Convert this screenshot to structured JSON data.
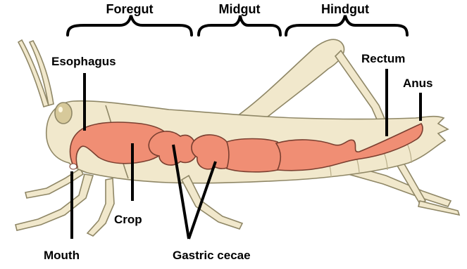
{
  "sections": {
    "foregut": "Foregut",
    "midgut": "Midgut",
    "hindgut": "Hindgut"
  },
  "labels": {
    "esophagus": "Esophagus",
    "rectum": "Rectum",
    "anus": "Anus",
    "crop": "Crop",
    "mouth": "Mouth",
    "gastric_cecae": "Gastric cecae"
  },
  "colors": {
    "body": "#f1e8cc",
    "body_outline": "#8f8766",
    "gut": "#f08e74",
    "gut_outline": "#7a3f30",
    "leader_lines": "#000000"
  }
}
